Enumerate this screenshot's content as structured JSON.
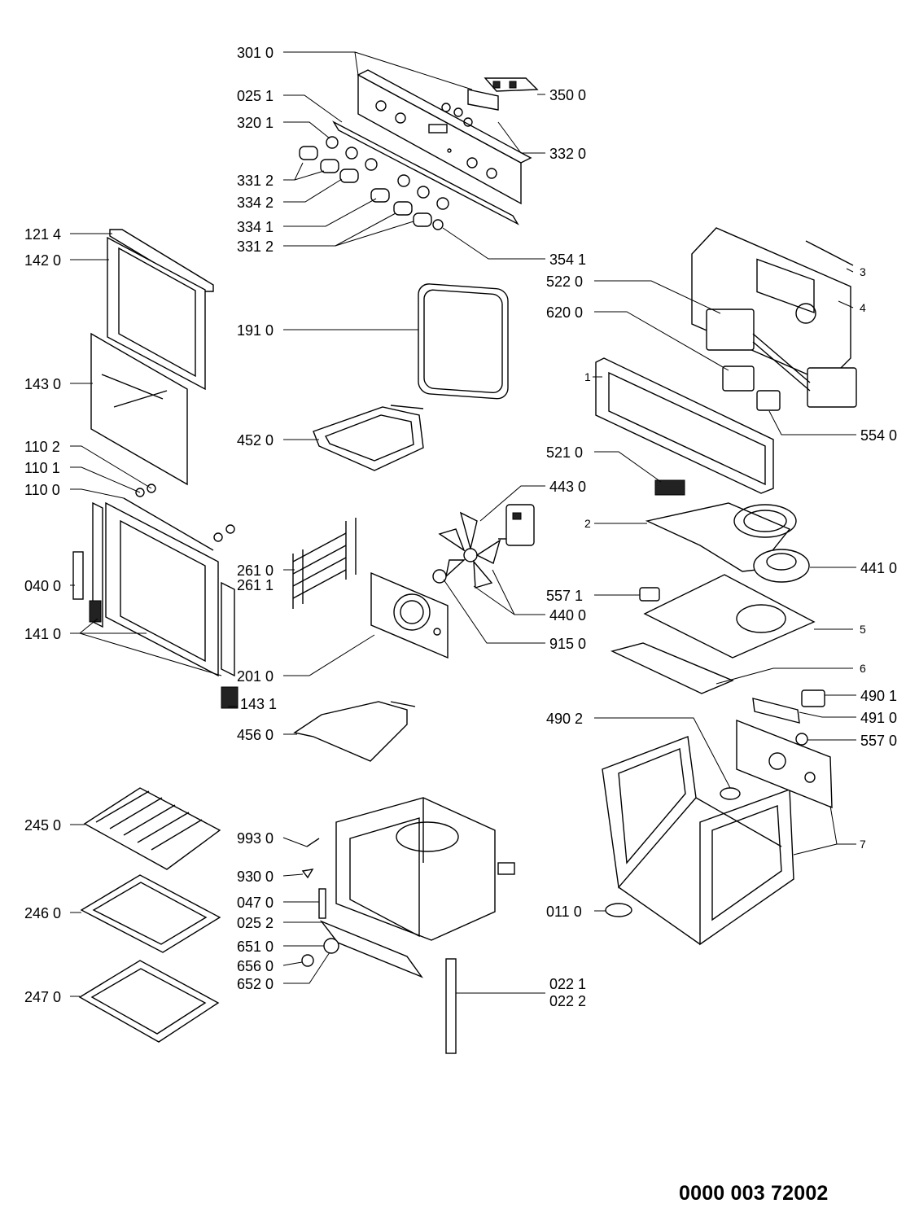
{
  "doc_number": "0000 003 72002",
  "labels": {
    "p3010": "301 0",
    "p0251": "025 1",
    "p3201": "320 1",
    "p3312a": "331 2",
    "p3342": "334 2",
    "p3341": "334 1",
    "p3312b": "331 2",
    "p3500": "350 0",
    "p3320": "332 0",
    "p3541": "354 1",
    "p1214": "121 4",
    "p1420": "142 0",
    "p1430": "143 0",
    "p1102": "110 2",
    "p1101": "110 1",
    "p1100": "110 0",
    "p0400": "040 0",
    "p1410": "141 0",
    "p1910": "191 0",
    "p4520": "452 0",
    "p2610": "261 0",
    "p2611": "261 1",
    "p2010": "201 0",
    "p1431": "143 1",
    "p4560": "456 0",
    "p4430": "443 0",
    "p4400": "440 0",
    "p9150": "915 0",
    "p5220": "522 0",
    "p6200": "620 0",
    "p5540": "554 0",
    "p5210": "521 0",
    "p4410": "441 0",
    "p5571": "557 1",
    "p4901": "490 1",
    "p4902": "490 2",
    "p4910": "491 0",
    "p5570": "557 0",
    "p0110": "011 0",
    "p2450": "245 0",
    "p2460": "246 0",
    "p2470": "247 0",
    "p9930": "993 0",
    "p9300": "930 0",
    "p0470": "047 0",
    "p0252": "025 2",
    "p6510": "651 0",
    "p6560": "656 0",
    "p6520": "652 0",
    "p0221": "022 1",
    "p0222": "022 2",
    "n1": "1",
    "n2": "2",
    "n3": "3",
    "n4": "4",
    "n5": "5",
    "n6": "6",
    "n7": "7"
  }
}
